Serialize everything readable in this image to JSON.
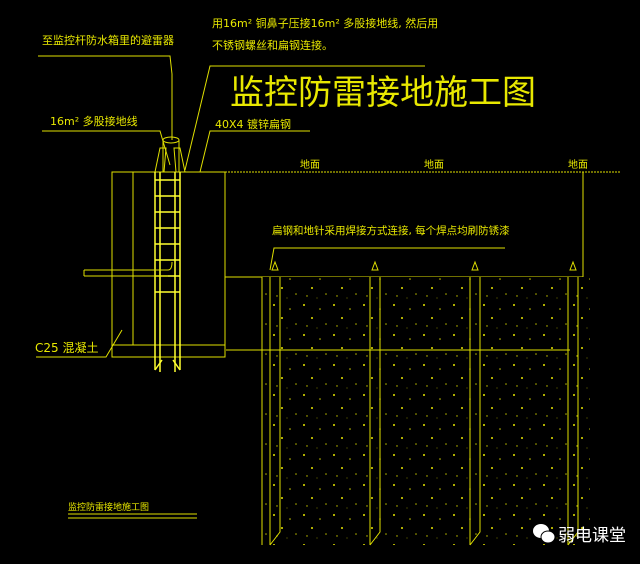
{
  "drawing": {
    "title": "监控防雷接地施工图",
    "note_top_line1": "用16m² 铜鼻子压接16m² 多股接地线, 然后用",
    "note_top_line2": "不锈钢螺丝和扁钢连接。",
    "label_arrester": "至监控杆防水箱里的避雷器",
    "label_ground_wire": "16m² 多股接地线",
    "label_flat_steel": "40X4 镀锌扁钢",
    "ground_labels": [
      "地面",
      "地面",
      "地面"
    ],
    "note_weld": "扁钢和地针采用焊接方式连接, 每个焊点均刷防锈漆",
    "label_concrete": "C25 混凝土",
    "caption": "监控防雷接地施工图"
  },
  "watermark": {
    "text": "弱电课堂",
    "icon": "wechat-icon"
  },
  "colors": {
    "line": "#e0e000",
    "background": "#000000"
  }
}
